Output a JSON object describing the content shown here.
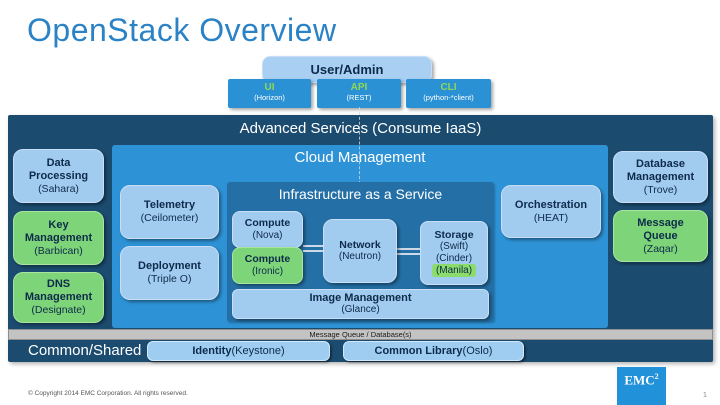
{
  "slide": {
    "title": "OpenStack Overview"
  },
  "top": {
    "user_admin": "User/Admin",
    "clients": [
      {
        "name": "UI",
        "sub": "(Horizon)"
      },
      {
        "name": "API",
        "sub": "(REST)"
      },
      {
        "name": "CLI",
        "sub": "(python-*client)"
      }
    ]
  },
  "main": {
    "header": "Advanced Services (Consume IaaS)",
    "left_column": [
      {
        "title": "Data Processing",
        "sub": "(Sahara)"
      },
      {
        "title": "Key Management",
        "sub": "(Barbican)"
      },
      {
        "title": "DNS Management",
        "sub": "(Designate)"
      }
    ],
    "right_column": [
      {
        "title": "Database Management",
        "sub": "(Trove)"
      },
      {
        "title": "Message Queue",
        "sub": "(Zaqar)"
      }
    ],
    "cloud": {
      "title": "Cloud Management",
      "telemetry": {
        "title": "Telemetry",
        "sub": "(Ceilometer)"
      },
      "deployment": {
        "title": "Deployment",
        "sub": "(Triple O)"
      },
      "orchestration": {
        "title": "Orchestration",
        "sub": "(HEAT)"
      },
      "iaas": {
        "title": "Infrastructure as a Service",
        "compute_nova": {
          "title": "Compute",
          "sub": "(Nova)"
        },
        "compute_ironic": {
          "title": "Compute",
          "sub": "(Ironic)"
        },
        "network": {
          "title": "Network",
          "sub": "(Neutron)"
        },
        "storage": {
          "title": "Storage",
          "sub1": "(Swift)",
          "sub2": "(Cinder)",
          "manila": "(Manila)"
        },
        "image": {
          "title": "Image Management",
          "sub": "(Glance)"
        }
      }
    },
    "mq_db_bar": "Message Queue / Database(s)",
    "common": {
      "label": "Common/Shared",
      "identity": {
        "bold": "Identity",
        "rest": " (Keystone)"
      },
      "library": {
        "bold": "Common Library",
        "rest": " (Oslo)"
      }
    }
  },
  "footer": {
    "copyright": "© Copyright 2014 EMC Corporation. All rights reserved.",
    "logo": "EMC",
    "logo_sup": "2",
    "page_number": "1"
  },
  "colors": {
    "navy": "#1b4c70",
    "blue_mid": "#2e93d6",
    "blue_iaas": "#2470a6",
    "blue_light": "#a2cbf0",
    "green": "#7ed478",
    "green_label": "#8ed655",
    "title_blue": "#2b82c5",
    "gray_bar": "#c3c3c3",
    "manila_highlight": "#8cdc6c",
    "logo_blue": "#2191d9"
  }
}
